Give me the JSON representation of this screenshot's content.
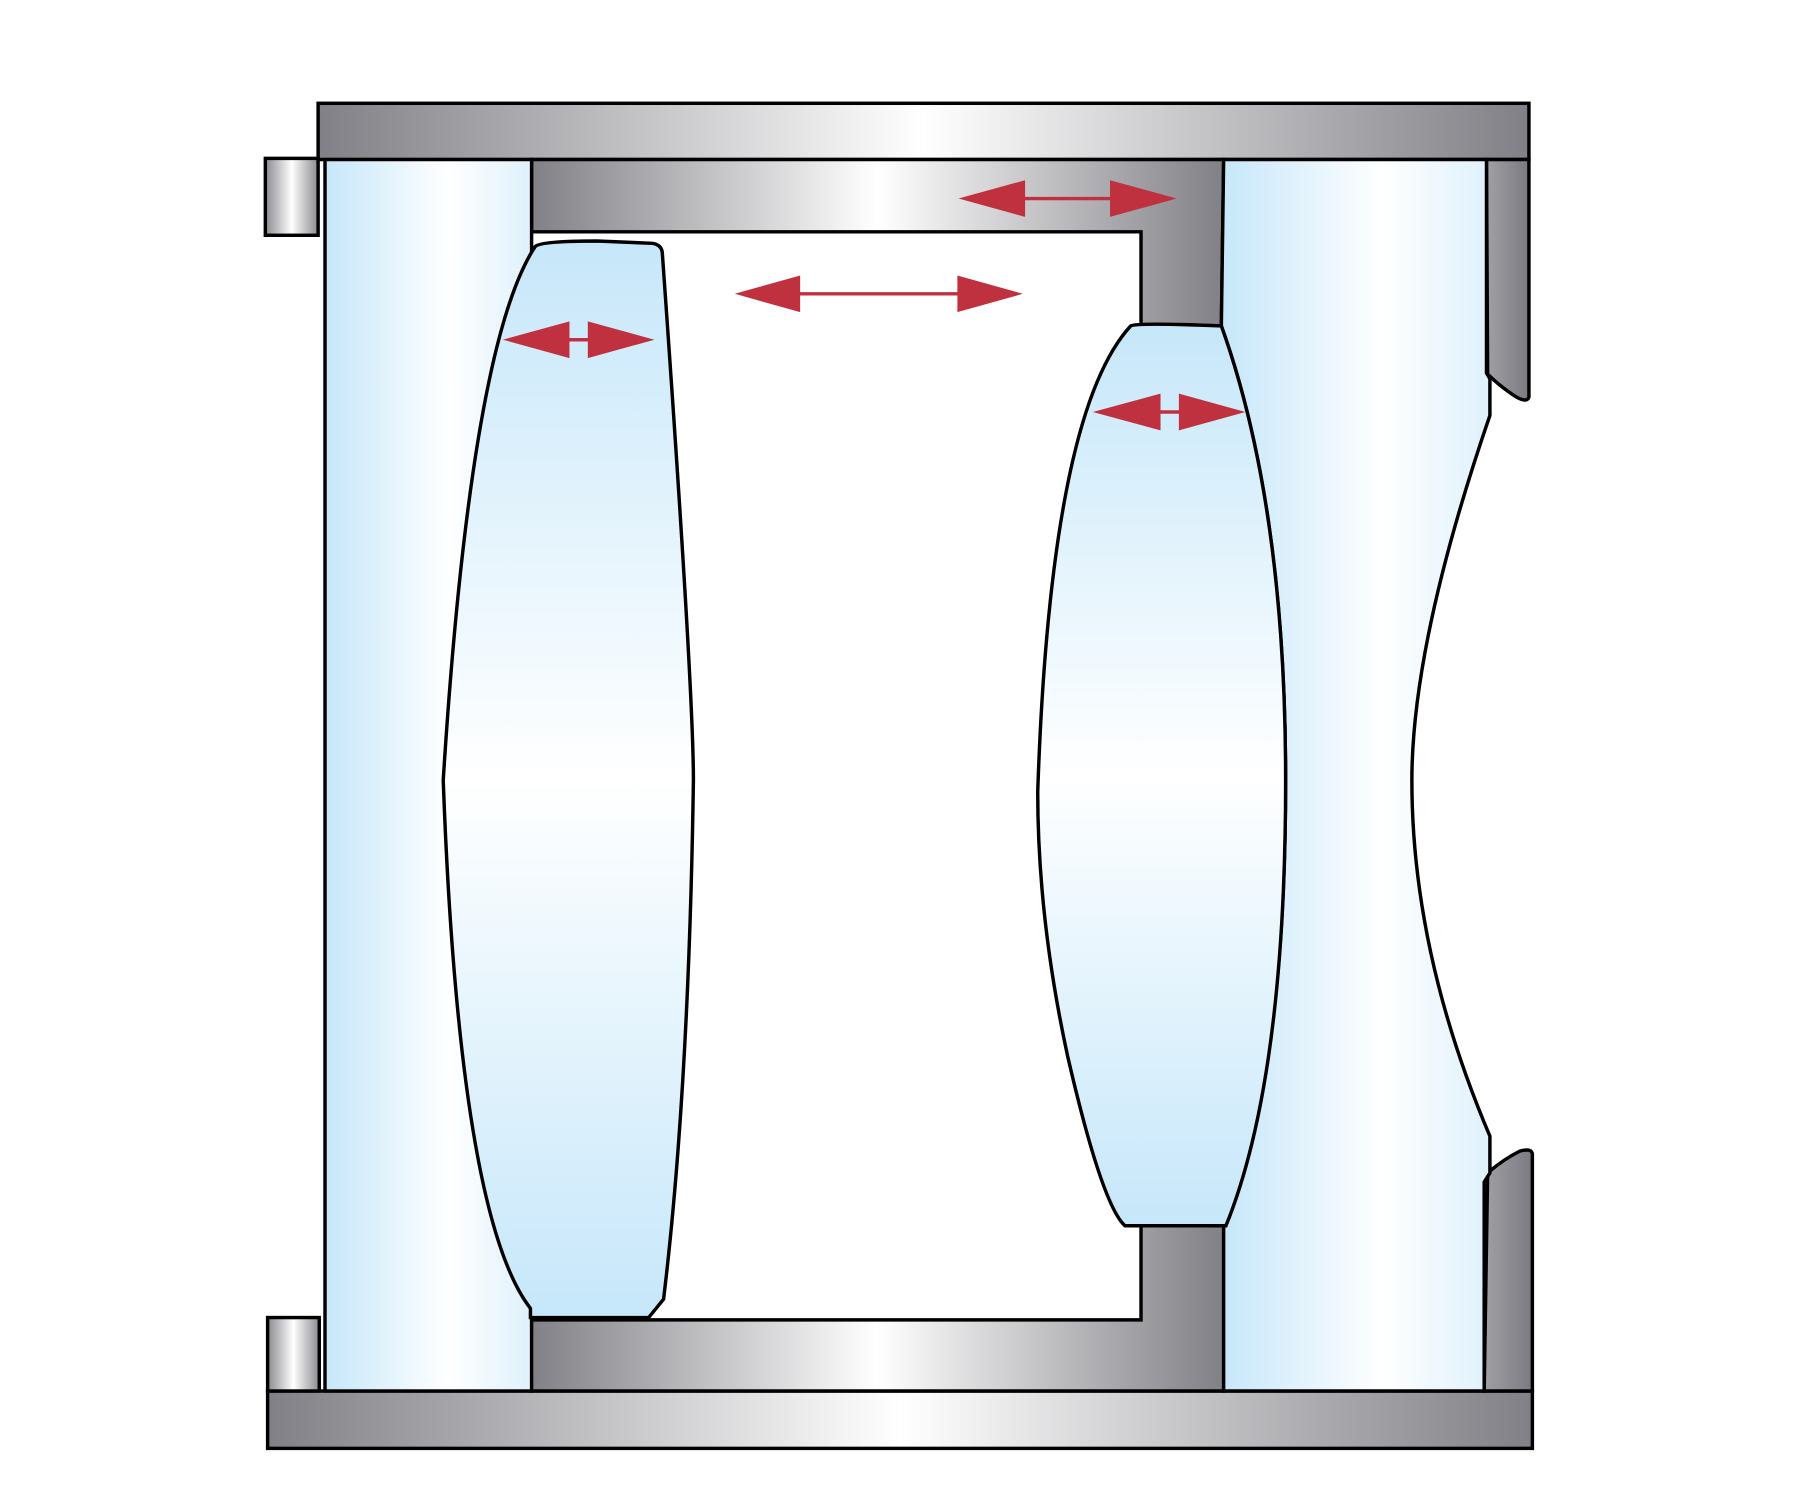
{
  "diagram": {
    "colors": {
      "background": "#ffffff",
      "metal_dark": "#808086",
      "metal_light": "#ffffff",
      "glass_blue": "#c6e7fa",
      "glass_light": "#ffffff",
      "outline": "#000000",
      "arrow": "#c0313f"
    },
    "parts": [
      "lens-barrel",
      "front-glass-plate",
      "front-lens-element",
      "rear-lens-element",
      "rear-glass-element",
      "spacer-ring",
      "retaining-tab"
    ],
    "arrows": [
      "spacer-width-arrow",
      "air-gap-arrow",
      "front-lens-thickness-arrow",
      "rear-lens-thickness-arrow"
    ]
  }
}
